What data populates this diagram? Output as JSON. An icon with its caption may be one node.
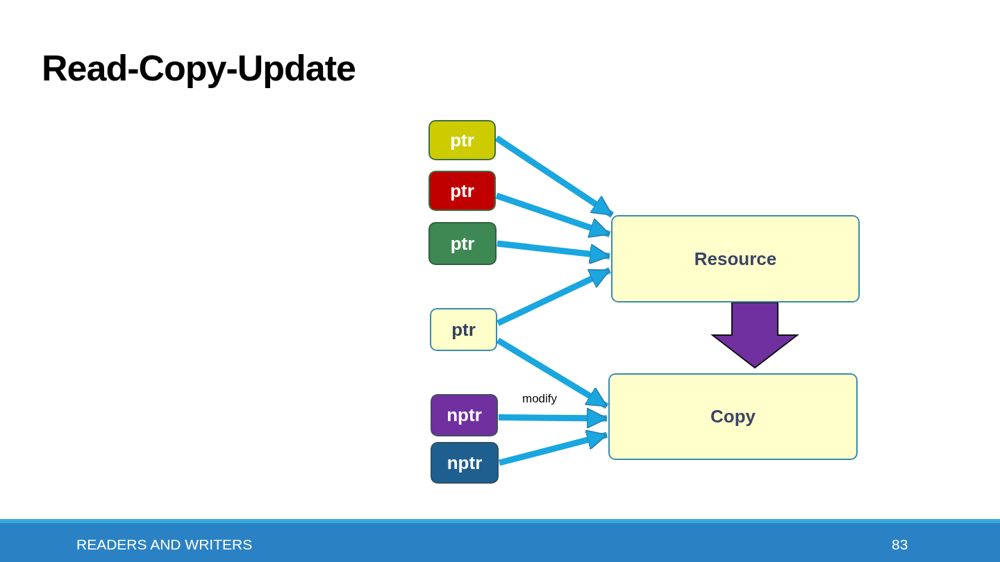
{
  "diagram": {
    "title": "Read-Copy-Update",
    "nodes": [
      {
        "text": [
          "ptr"
        ]
      },
      {
        "text": [
          "ptr"
        ]
      },
      {
        "text": [
          "ptr"
        ]
      },
      {
        "text": [
          "Resource"
        ]
      },
      {
        "text": [
          "ptr"
        ]
      },
      {
        "text": [
          "Copy"
        ]
      },
      {
        "text": [
          "nptr"
        ]
      },
      {
        "text": [
          "nptr"
        ]
      }
    ],
    "edges": [
      {
        "from": 0,
        "to": 3,
        "arrow": "to"
      },
      {
        "from": 1,
        "to": 3,
        "arrow": "to"
      },
      {
        "from": 2,
        "to": 3,
        "arrow": "to"
      },
      {
        "from": 4,
        "to": 3,
        "arrow": "to"
      },
      {
        "from": 4,
        "to": 5,
        "arrow": "to"
      },
      {
        "from": 6,
        "to": 5,
        "arrow": "to",
        "label": "modify"
      },
      {
        "from": 7,
        "to": 5,
        "arrow": "to"
      },
      {
        "from": 3,
        "to": 5,
        "arrow": "to",
        "style": "thick",
        "color": "#7030a0"
      }
    ],
    "labels": [
      "READERS AND WRITERS",
      "83"
    ]
  }
}
